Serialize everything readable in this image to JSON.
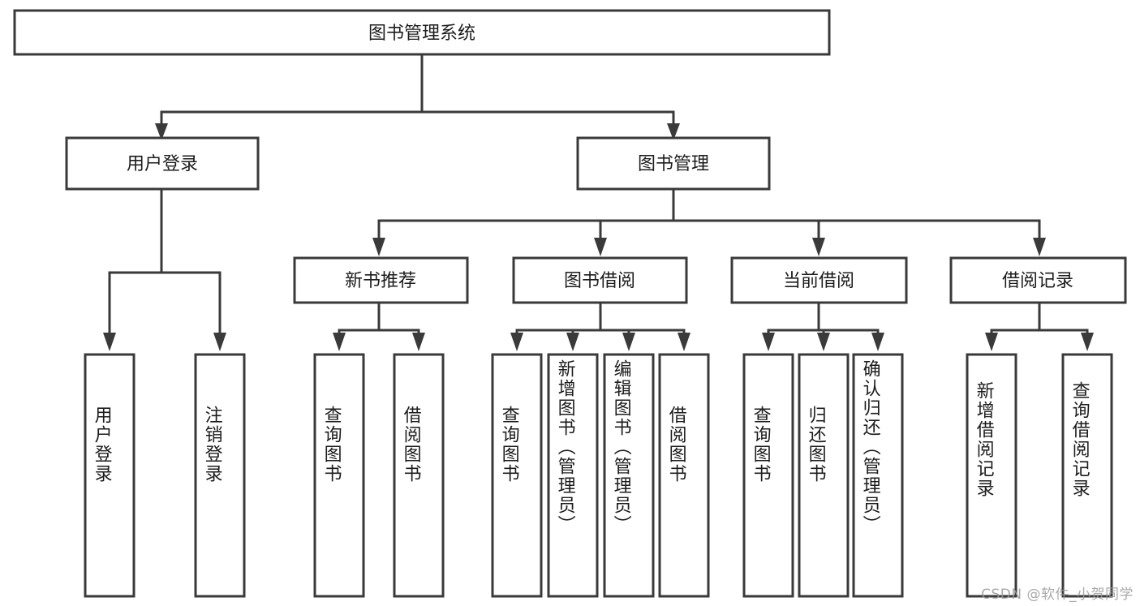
{
  "diagram": {
    "type": "tree-hierarchy",
    "title": "图书管理系统",
    "colors": {
      "box_stroke": "#3a3a3a",
      "box_fill": "#ffffff",
      "connector": "#3a3a3a",
      "text": "#1c1c1c",
      "watermark": "#9b9b9b",
      "background": "#ffffff"
    },
    "levels": {
      "root": {
        "label": "图书管理系统",
        "orientation": "horizontal"
      },
      "level2": [
        {
          "label": "用户登录",
          "orientation": "horizontal"
        },
        {
          "label": "图书管理",
          "orientation": "horizontal"
        }
      ],
      "level3": [
        {
          "label": "新书推荐",
          "orientation": "horizontal",
          "parent": "图书管理"
        },
        {
          "label": "图书借阅",
          "orientation": "horizontal",
          "parent": "图书管理"
        },
        {
          "label": "当前借阅",
          "orientation": "horizontal",
          "parent": "图书管理"
        },
        {
          "label": "借阅记录",
          "orientation": "horizontal",
          "parent": "图书管理"
        }
      ],
      "leaves": [
        {
          "label": "用户登录",
          "orientation": "vertical",
          "parent": "用户登录"
        },
        {
          "label": "注销登录",
          "orientation": "vertical",
          "parent": "用户登录"
        },
        {
          "label": "查询图书",
          "orientation": "vertical",
          "parent": "新书推荐"
        },
        {
          "label": "借阅图书",
          "orientation": "vertical",
          "parent": "新书推荐"
        },
        {
          "label": "查询图书",
          "orientation": "vertical",
          "parent": "图书借阅"
        },
        {
          "label": "新增图书（管理员）",
          "orientation": "vertical",
          "parent": "图书借阅"
        },
        {
          "label": "编辑图书（管理员）",
          "orientation": "vertical",
          "parent": "图书借阅"
        },
        {
          "label": "借阅图书",
          "orientation": "vertical",
          "parent": "图书借阅"
        },
        {
          "label": "查询图书",
          "orientation": "vertical",
          "parent": "当前借阅"
        },
        {
          "label": "归还图书",
          "orientation": "vertical",
          "parent": "当前借阅"
        },
        {
          "label": "确认归还（管理员）",
          "orientation": "vertical",
          "parent": "当前借阅"
        },
        {
          "label": "新增借阅记录",
          "orientation": "vertical",
          "parent": "借阅记录"
        },
        {
          "label": "查询借阅记录",
          "orientation": "vertical",
          "parent": "借阅记录"
        }
      ]
    }
  },
  "watermark": {
    "text": "CSDN @软件_小贺同学"
  }
}
